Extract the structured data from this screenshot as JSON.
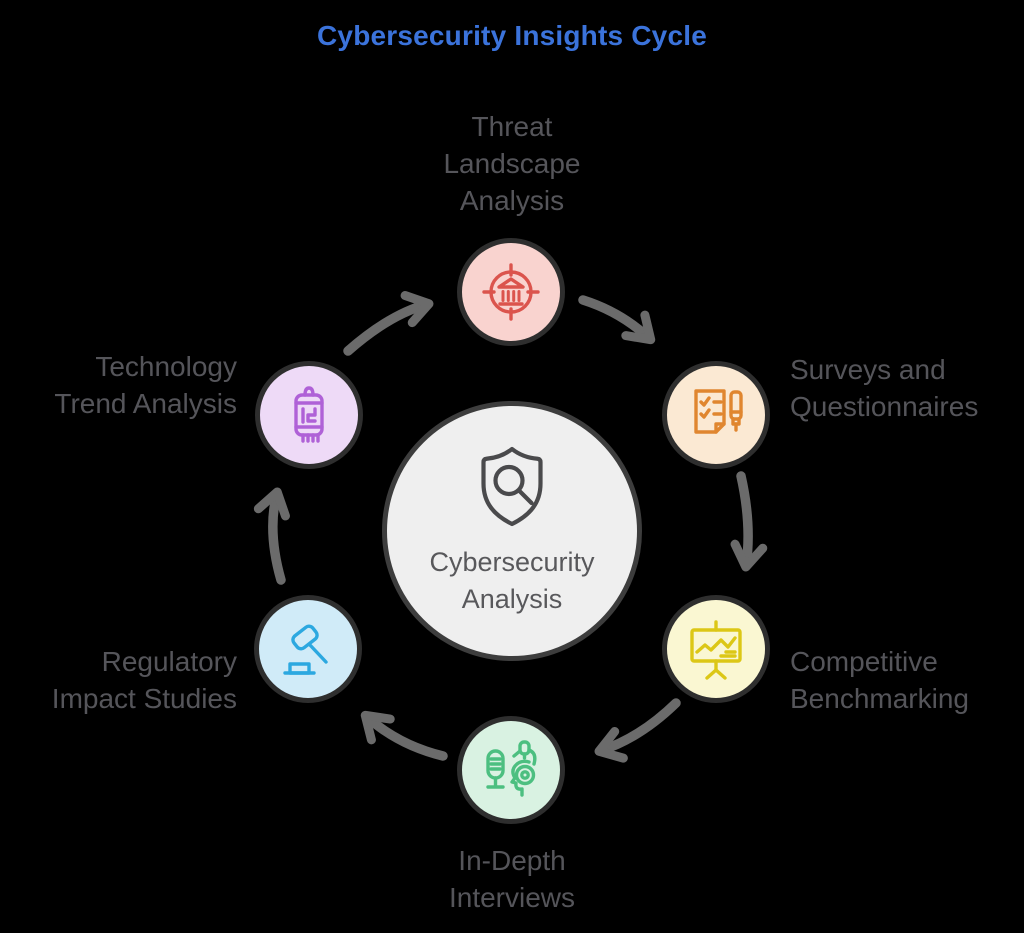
{
  "title": {
    "text": "Cybersecurity Insights Cycle",
    "color": "#3b73db"
  },
  "labels_color": "#55555a",
  "center": {
    "label_lines": [
      "Cybersecurity",
      "Analysis"
    ],
    "icon": "shield-search-icon",
    "fill": "#efefef",
    "border_color": "#3d3d3d",
    "icon_color": "#4a4a4c",
    "text_color": "#58585b"
  },
  "arrows": {
    "color": "#6b6b6b",
    "direction": "clockwise"
  },
  "node_border_color": "#2e2e2e",
  "nodes": [
    {
      "id": "threat-landscape-analysis",
      "lines": [
        "Threat",
        "Landscape",
        "Analysis"
      ],
      "icon": "target-institution-icon",
      "fill": "#f9d3cf",
      "icon_color": "#db544d"
    },
    {
      "id": "surveys-and-questionnaires",
      "lines": [
        "Surveys and",
        "Questionnaires"
      ],
      "icon": "checklist-pen-icon",
      "fill": "#fbe9d3",
      "icon_color": "#e0862f"
    },
    {
      "id": "competitive-benchmarking",
      "lines": [
        "Competitive",
        "Benchmarking"
      ],
      "icon": "presentation-chart-icon",
      "fill": "#faf7d2",
      "icon_color": "#dcc716"
    },
    {
      "id": "in-depth-interviews",
      "lines": [
        "In-Depth",
        "Interviews"
      ],
      "icon": "microphone-interview-icon",
      "fill": "#d9f2e2",
      "icon_color": "#4cbf80"
    },
    {
      "id": "regulatory-impact-studies",
      "lines": [
        "Regulatory",
        "Impact Studies"
      ],
      "icon": "gavel-icon",
      "fill": "#d0ebf8",
      "icon_color": "#2ca8e0"
    },
    {
      "id": "technology-trend-analysis",
      "lines": [
        "Technology",
        "Trend Analysis"
      ],
      "icon": "vacuum-tube-icon",
      "fill": "#eedaf7",
      "icon_color": "#af61d7"
    }
  ],
  "cycle_order": [
    "Threat Landscape Analysis",
    "Surveys and Questionnaires",
    "Competitive Benchmarking",
    "In-Depth Interviews",
    "Regulatory Impact Studies",
    "Technology Trend Analysis"
  ]
}
